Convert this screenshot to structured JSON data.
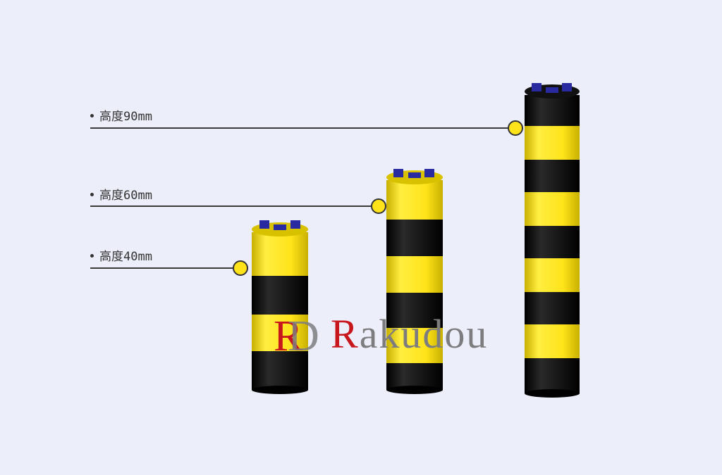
{
  "labels": [
    {
      "text": "高度90mm"
    },
    {
      "text": "高度60mm"
    },
    {
      "text": "高度40mm"
    }
  ],
  "watermark": {
    "brand_first": "R",
    "brand_rest": "akudou",
    "logo": "RD",
    "colors": {
      "red": "#c8161d",
      "gray": "#7d7d80"
    }
  },
  "colors": {
    "background": "#eceef9",
    "yellow": "#ffe31a",
    "black": "#111111",
    "cap": "#2a2aa0"
  }
}
